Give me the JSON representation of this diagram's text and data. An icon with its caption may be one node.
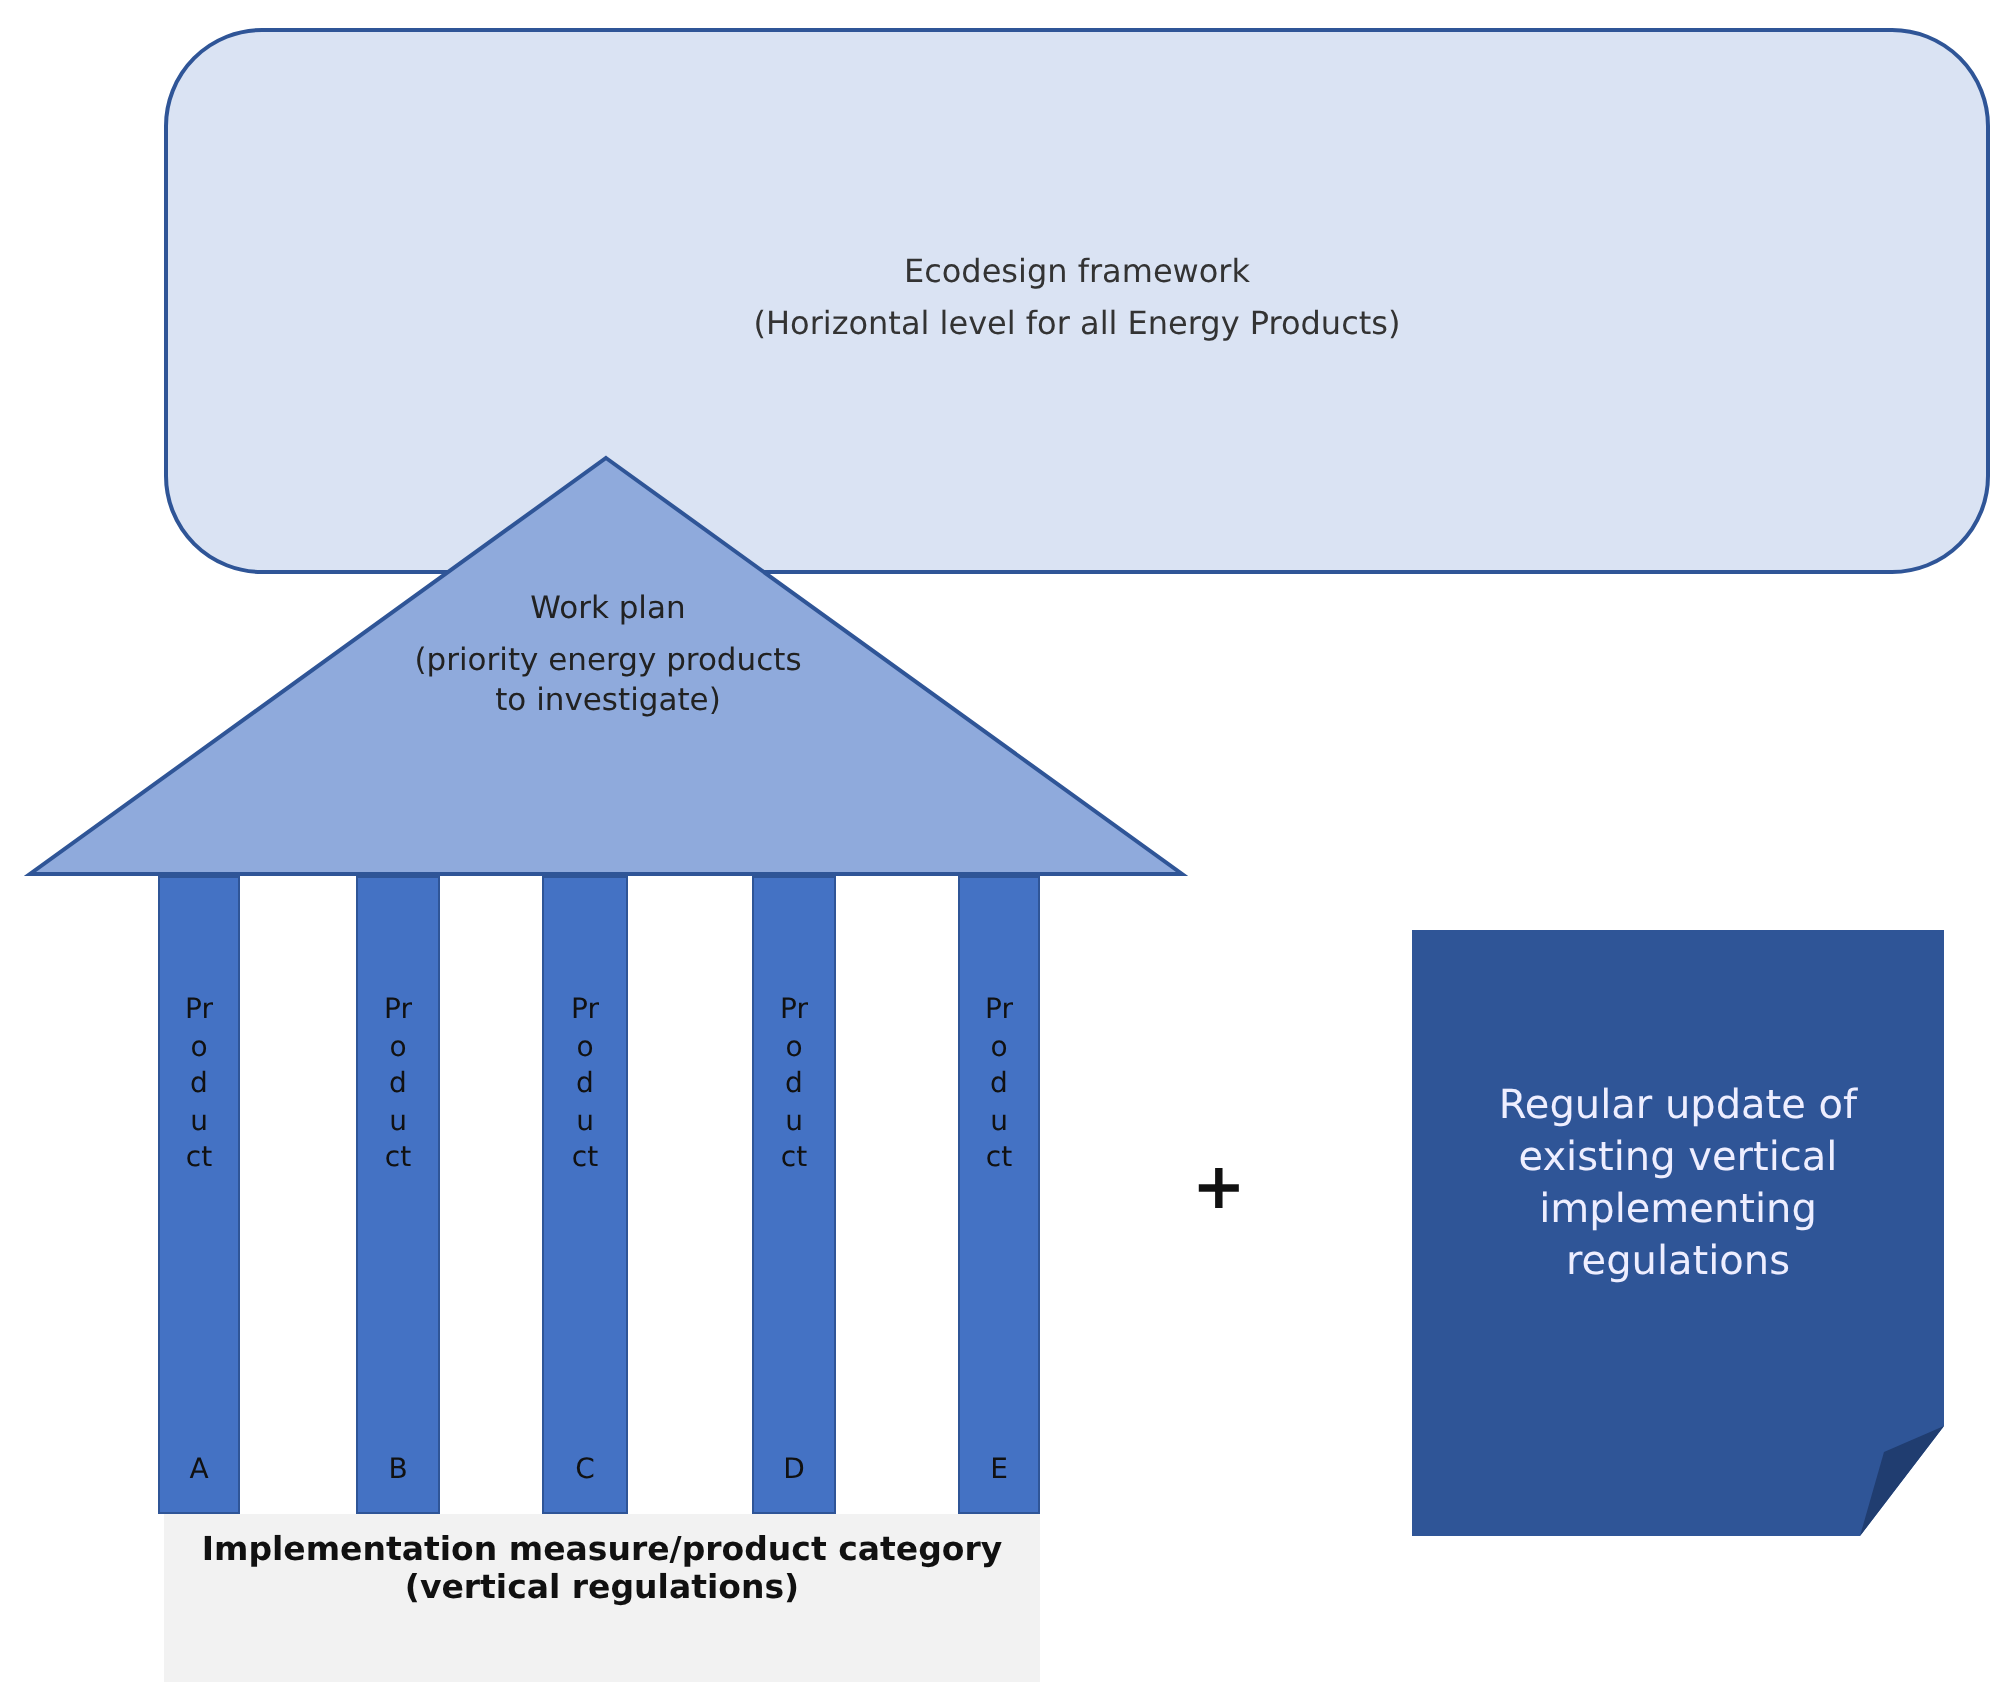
{
  "diagram": {
    "nodes": [
      {
        "text": [
          "Ecodesign framework",
          "(Horizontal level for all Energy Products)"
        ]
      },
      {
        "text": [
          "Work plan",
          "(priority energy products to investigate)"
        ]
      },
      {
        "text": [
          "Product",
          "A"
        ]
      },
      {
        "text": [
          "Product",
          "B"
        ]
      },
      {
        "text": [
          "Product",
          "C"
        ]
      },
      {
        "text": [
          "Product",
          "D"
        ]
      },
      {
        "text": [
          "Product",
          "E"
        ]
      },
      {
        "text": [
          "Implementation measure/product category (vertical regulations)"
        ]
      },
      {
        "text": [
          "Regular update of existing vertical implementing regulations"
        ]
      }
    ],
    "labels": [
      "+"
    ]
  }
}
